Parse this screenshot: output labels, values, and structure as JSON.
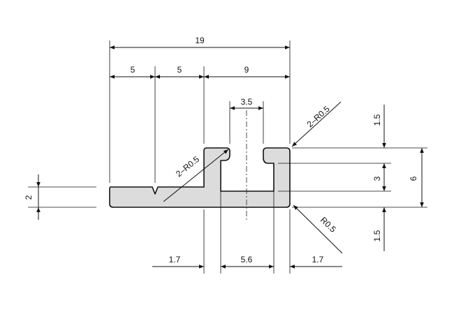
{
  "drawing": {
    "overall_width": "19",
    "seg_left": "5",
    "seg_mid": "5",
    "seg_right": "9",
    "slot_width": "3.5",
    "radius_top_right": "2–R0.5",
    "radius_inner": "2–R0.5",
    "radius_bottom_right": "R0.5",
    "thickness_left": "2",
    "height_top": "1.5",
    "height_mid": "3",
    "height_total": "6",
    "height_bottom": "1.5",
    "bottom_left": "1.7",
    "bottom_mid": "5.6",
    "bottom_right": "1.7"
  }
}
